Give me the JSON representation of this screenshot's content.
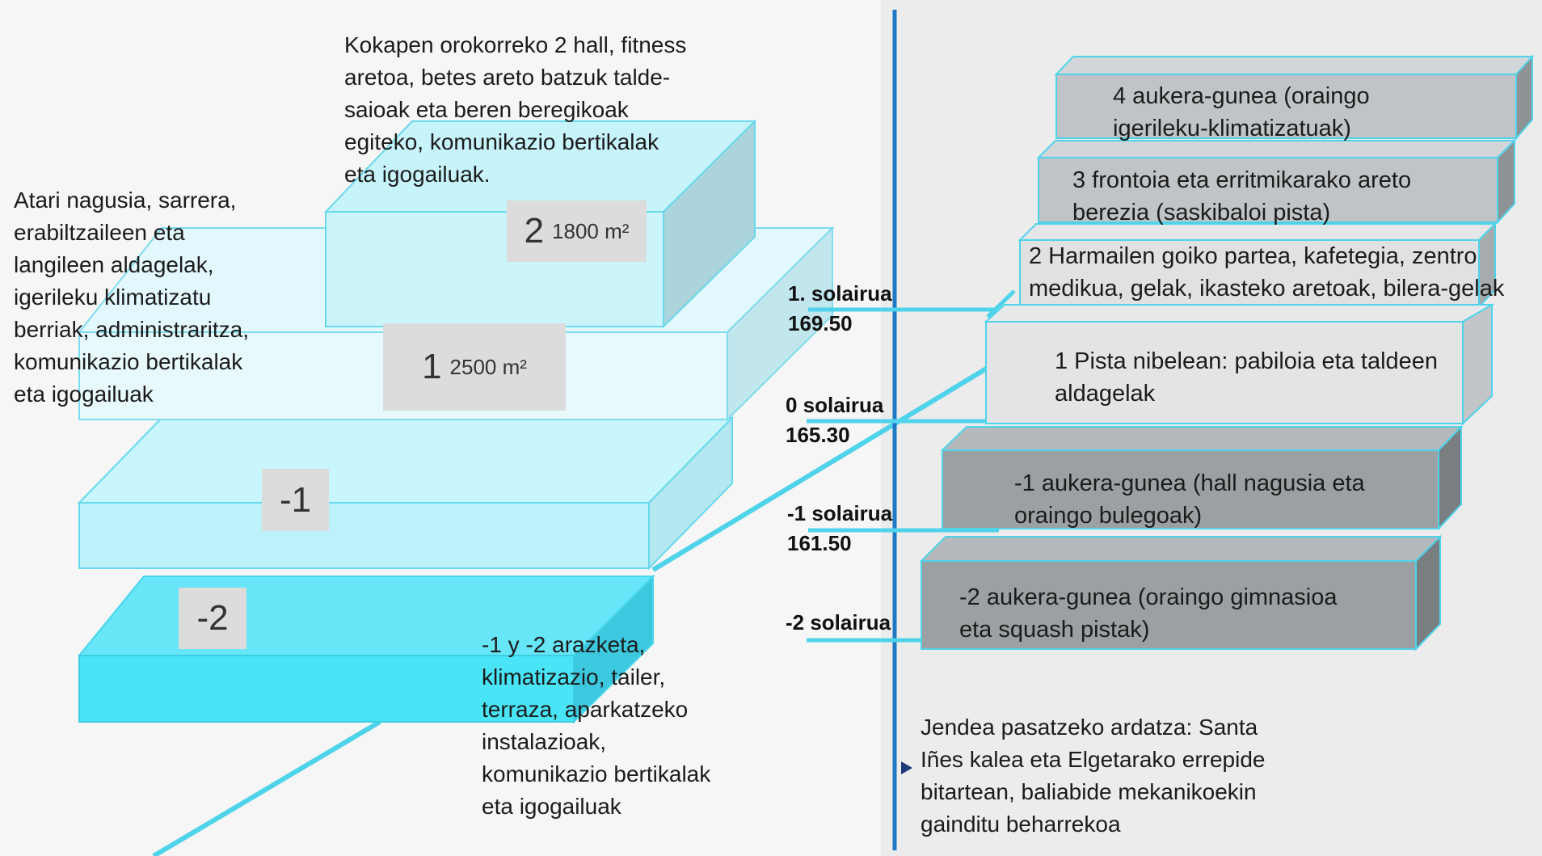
{
  "colors": {
    "axis": "#1f78c4",
    "connector": "#4fd3ea",
    "block_light": "#d4f4fb",
    "block_mid": "#bdf2fb",
    "block_deep": "#49e4f6",
    "box_light": "#dfe1e2",
    "box_mid": "#c0c4c6",
    "box_dark": "#9ba0a2"
  },
  "left": {
    "text_top": "Kokapen orokorreko 2 hall, fitness\naretoa, betes areto batzuk talde-\nsaioak eta beren beregikoak\negiteko, komunikazio bertikalak\neta igogailuak.",
    "text_left": "Atari nagusia,  sarrera,\nerabiltzaileen eta\nlangileen aldagelak,\nigerileku klimatizatu\nberriak, administraritza,\nkomunikazio bertikalak\neta igogailuak",
    "text_bottom": "-1 y -2 arazketa,\nklimatizazio, tailer,\nterraza, aparkatzeko\ninstalazioak,\nkomunikazio bertikalak\neta igogailuak"
  },
  "blocks": [
    {
      "num": "2",
      "area": "1800 m²"
    },
    {
      "num": "1",
      "area": "2500 m²"
    },
    {
      "num": "-1"
    },
    {
      "num": "-2"
    }
  ],
  "levels": [
    {
      "name": "1. solairua",
      "height": "169.50"
    },
    {
      "name": "0 solairua",
      "height": "165.30"
    },
    {
      "name": "-1 solairua",
      "height": "161.50"
    },
    {
      "name": "-2 solairua"
    }
  ],
  "boxes": [
    {
      "text": "4  aukera-gunea (oraingo\nigerileku-klimatizatuak)",
      "shade": "mid"
    },
    {
      "text": "3 frontoia eta erritmikarako areto\nberezia (saskibaloi pista)",
      "shade": "mid"
    },
    {
      "text": "2 Harmailen goiko partea, kafetegia, zentro\nmedikua, gelak, ikasteko aretoak, bilera-gelak",
      "shade": "light"
    },
    {
      "text": "1 Pista nibelean: pabiloia eta taldeen\naldagelak",
      "shade": "light"
    },
    {
      "text": "-1  aukera-gunea (hall nagusia eta\noraingo bulegoak)",
      "shade": "dark"
    },
    {
      "text": "-2  aukera-gunea (oraingo gimnasioa\neta squash pistak)",
      "shade": "dark"
    }
  ],
  "footnote": "Jendea pasatzeko ardatza: Santa\nIñes kalea eta Elgetarako errepide\nbitartean, baliabide mekanikoekin\ngainditu beharrekoa"
}
